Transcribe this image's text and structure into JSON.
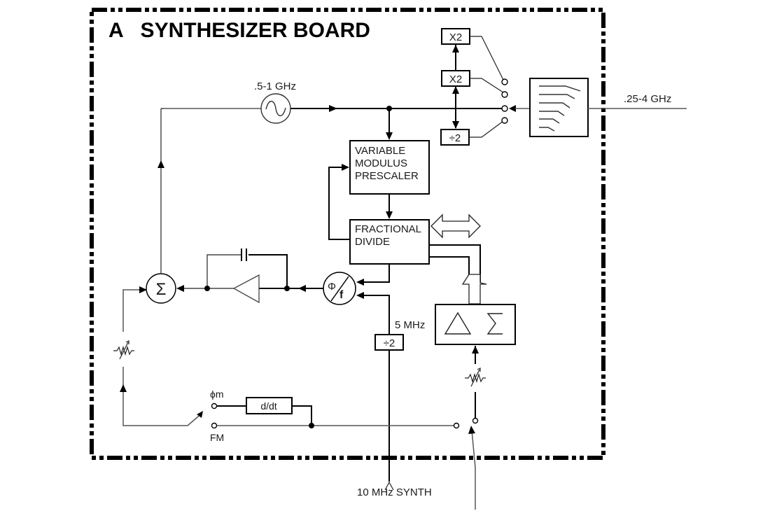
{
  "diagram": {
    "title": "A   SYNTHESIZER BOARD",
    "labels": {
      "oscillator_freq": ".5-1 GHz",
      "output_freq": ".25-4 GHz",
      "ref_freq": "5 MHz",
      "synth_input": "10 MHz SYNTH",
      "phase_mod": "ϕm",
      "freq_mod": "FM"
    },
    "blocks": {
      "multiplier_top": "X2",
      "multiplier_mid": "X2",
      "divider_out": "÷2",
      "prescaler_line1": "VARIABLE",
      "prescaler_line2": "MODULUS",
      "prescaler_line3": "PRESCALER",
      "fractional_line1": "FRACTIONAL",
      "fractional_line2": "DIVIDE",
      "divider_ref": "÷2",
      "differentiator": "d/dt",
      "phase_detector_phi": "Φ",
      "phase_detector_f": "f",
      "summer_symbol": "Σ",
      "delta_symbol": "Δ",
      "sigma_symbol": "Σ"
    }
  }
}
